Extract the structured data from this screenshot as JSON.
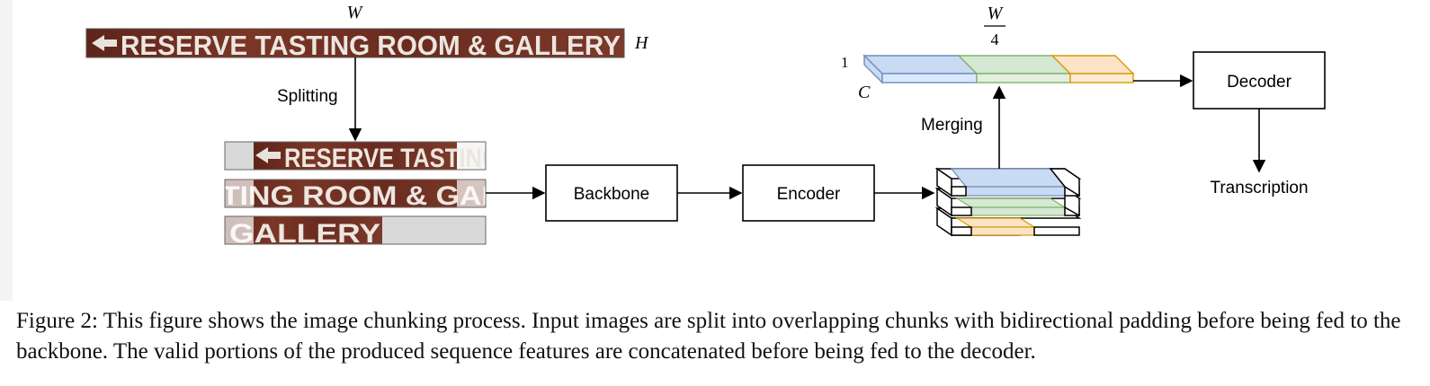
{
  "figure": {
    "labels": {
      "width": "W",
      "height": "H",
      "one": "1",
      "channels": "C",
      "frac_num": "W",
      "frac_den": "4",
      "splitting": "Splitting",
      "merging": "Merging",
      "transcription": "Transcription"
    },
    "boxes": {
      "backbone": "Backbone",
      "encoder": "Encoder",
      "decoder": "Decoder"
    },
    "sign": {
      "full_text": "RESERVE TASTING ROOM & GALLERY",
      "chunk1": "RESERVE TASTING",
      "chunk2": "TING ROOM & GAL",
      "chunk3": "GALLERY"
    },
    "colors": {
      "sign_brown": "#6e2e22",
      "blue": "#c9dbf2",
      "blue_edge": "#6c8ebf",
      "green": "#d5e8d4",
      "green_edge": "#82b366",
      "orange": "#fce3c8",
      "orange_edge": "#d79b00",
      "pad_gray": "#d9d9d9"
    }
  },
  "caption": {
    "label": "Figure 2:",
    "text": "This figure shows the image chunking process. Input images are split into overlapping chunks with bidirectional padding before being fed to the backbone. The valid portions of the produced sequence features are concatenated before being fed to the decoder."
  }
}
